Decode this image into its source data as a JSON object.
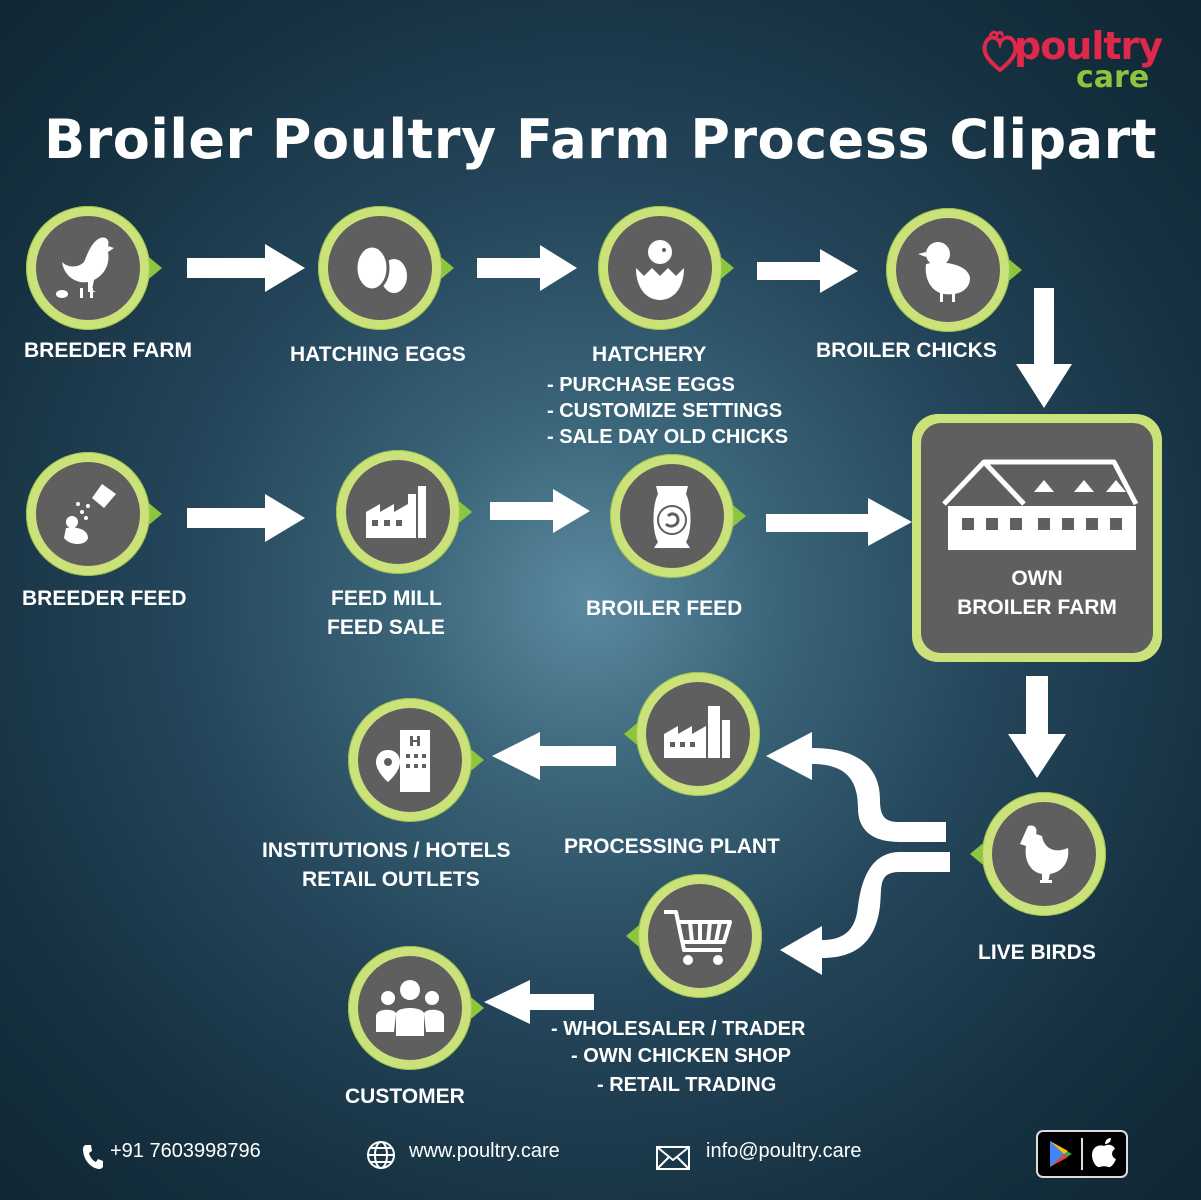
{
  "brand": {
    "name_top": "poultry",
    "name_bottom": "care",
    "accent": "#e0294a",
    "green": "#8cc63f"
  },
  "title": "Broiler Poultry Farm Process Clipart",
  "nodes": {
    "breeder_farm": "BREEDER FARM",
    "hatching_eggs": "HATCHING EGGS",
    "hatchery": "HATCHERY",
    "hatchery_notes": [
      "- PURCHASE EGGS",
      "- CUSTOMIZE SETTINGS",
      "- SALE DAY OLD CHICKS"
    ],
    "broiler_chicks": "BROILER CHICKS",
    "breeder_feed": "BREEDER FEED",
    "feed_mill": [
      "FEED MILL",
      "FEED SALE"
    ],
    "broiler_feed": "BROILER FEED",
    "own_farm": [
      "OWN",
      "BROILER FARM"
    ],
    "live_birds": "LIVE BIRDS",
    "processing_plant": "PROCESSING PLANT",
    "institutions": [
      "INSTITUTIONS / HOTELS",
      "RETAIL OUTLETS"
    ],
    "trade_notes": [
      "- WHOLESALER / TRADER",
      "- OWN CHICKEN SHOP",
      "- RETAIL TRADING"
    ],
    "customer": "CUSTOMER"
  },
  "icons": [
    "hen-icon",
    "eggs-icon",
    "chick-hatching-icon",
    "chick-icon",
    "feeding-icon",
    "factory-icon",
    "feed-bag-icon",
    "farm-barn-icon",
    "chicken-icon",
    "processing-plant-icon",
    "hotel-location-icon",
    "shopping-cart-icon",
    "people-group-icon",
    "phone-icon",
    "globe-icon",
    "mail-icon",
    "play-store-icon",
    "apple-icon"
  ],
  "footer": {
    "phone": "+91 7603998796",
    "web": "www.poultry.care",
    "email": "info@poultry.care"
  }
}
